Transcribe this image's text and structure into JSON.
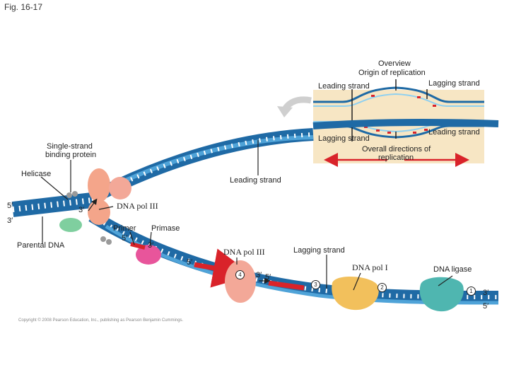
{
  "figure_label": "Fig. 16-17",
  "overview": {
    "title": "Overview",
    "origin": "Origin of replication",
    "leading_top": "Leading strand",
    "lagging_top": "Lagging strand",
    "lagging_bottom": "Lagging strand",
    "leading_bottom": "Leading strand",
    "directions_line1": "Overall directions of",
    "directions_line2": "replication"
  },
  "labels": {
    "ssb_line1": "Single-strand",
    "ssb_line2": "binding protein",
    "helicase": "Helicase",
    "leading_strand": "Leading strand",
    "dna_pol_iii_top": "DNA pol III",
    "primer": "Primer",
    "primase": "Primase",
    "parental_dna": "Parental DNA",
    "dna_pol_iii_bottom": "DNA pol III",
    "lagging_strand": "Lagging strand",
    "dna_pol_i": "DNA pol I",
    "dna_ligase": "DNA ligase"
  },
  "ends": {
    "left_5": "5′",
    "left_3": "3′",
    "helicase_3": "3′",
    "primer_5": "5′",
    "primer_3": "3′",
    "frag_5": "5′",
    "pol_3": "3′",
    "pol_5": "5′",
    "right_3": "3′",
    "right_5": "5′"
  },
  "steps": {
    "s1": "1",
    "s2": "2",
    "s3": "3",
    "s4": "4"
  },
  "copyright": "Copyright © 2008 Pearson Education, Inc., publishing as Pearson Benjamin Cummings.",
  "colors": {
    "strand_dark": "#1f6aa5",
    "strand_light": "#4fa3d8",
    "overview_bg": "#f7e6c4",
    "helicase": "#f4a58a",
    "ssb": "#9a9a9a",
    "primase": "#e8559b",
    "primer_rna": "#d9232a",
    "pol_iii": "#f3a898",
    "pol_i": "#f2c05c",
    "ligase": "#4fb6b0",
    "arrow_red": "#d9232a",
    "clamp": "#7fcf9f"
  }
}
